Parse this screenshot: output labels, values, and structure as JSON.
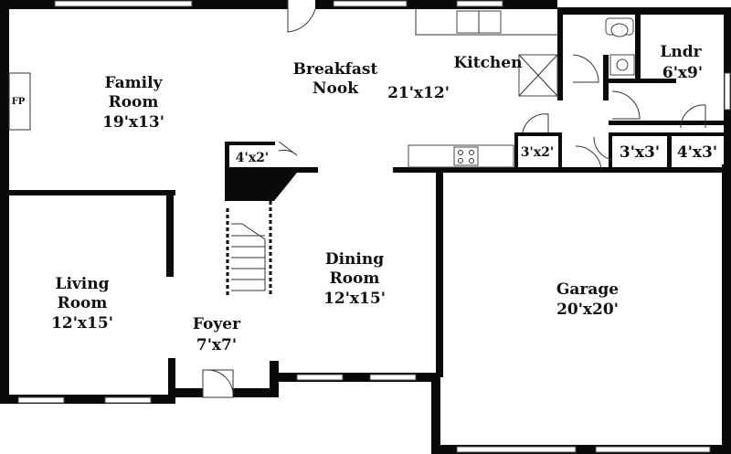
{
  "rooms": {
    "family_room": {
      "name_line1": "Family",
      "name_line2": "Room",
      "size": "19'x13'"
    },
    "fireplace": {
      "label": "FP"
    },
    "breakfast_nook": {
      "name_line1": "Breakfast",
      "name_line2": "Nook"
    },
    "kitchen": {
      "name": "Kitchen",
      "size": "21'x12'"
    },
    "laundry": {
      "name": "Lndr",
      "size": "6'x9'"
    },
    "closet_stair": {
      "size": "4'x2'"
    },
    "pantry": {
      "size": "3'x2'"
    },
    "closet_mid": {
      "size": "3'x3'"
    },
    "closet_right": {
      "size": "4'x3'"
    },
    "living_room": {
      "name_line1": "Living",
      "name_line2": "Room",
      "size": "12'x15'"
    },
    "foyer": {
      "name": "Foyer",
      "size": "7'x7'"
    },
    "dining_room": {
      "name_line1": "Dining",
      "name_line2": "Room",
      "size": "12'x15'"
    },
    "garage": {
      "name": "Garage",
      "size": "20'x20'"
    }
  }
}
